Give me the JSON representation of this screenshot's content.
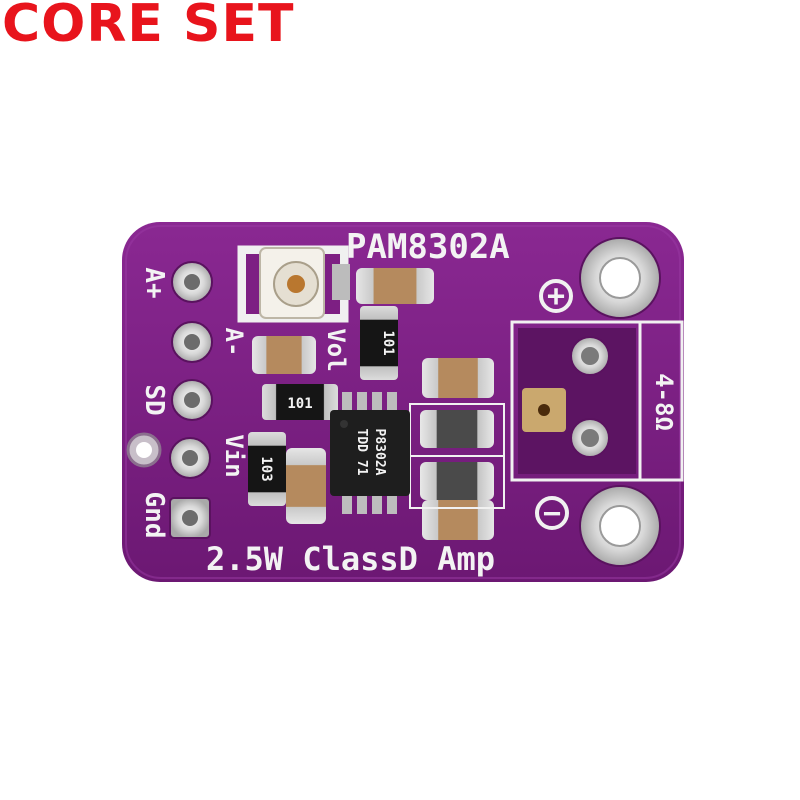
{
  "brand": {
    "text": "CORE SET",
    "color": "#e8141c"
  },
  "board": {
    "color": "#7d1f83",
    "chip_marking": [
      "P8302A",
      "TDD 71"
    ],
    "labels": {
      "title": "PAM8302A",
      "subtitle": "2.5W ClassD Amp",
      "a_plus": "A+",
      "a_minus": "A-",
      "sd": "SD",
      "vin": "Vin",
      "gnd": "Gnd",
      "vol": "Vol",
      "impedance": "4-8Ω",
      "plus_symbol": "+",
      "minus_symbol": "−"
    },
    "resistor_codes": [
      "101",
      "101",
      "103"
    ]
  }
}
